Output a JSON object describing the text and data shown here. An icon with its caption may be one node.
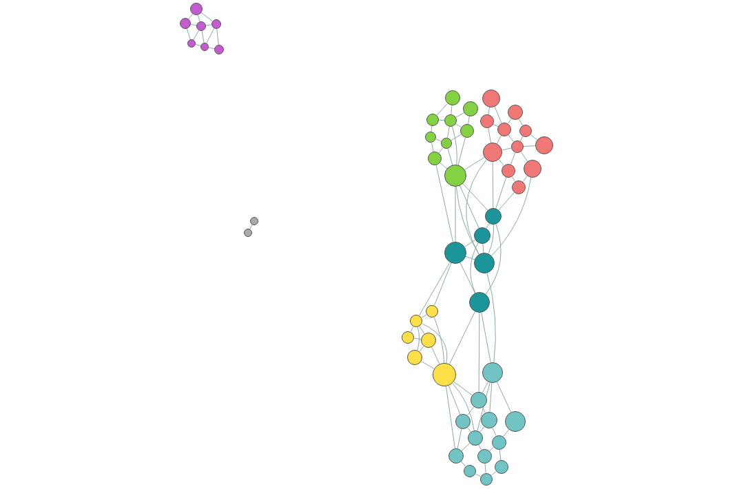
{
  "diagram": {
    "nodes": [
      {
        "text": [],
        "shape": "circle"
      },
      {
        "text": [],
        "shape": "circle"
      },
      {
        "text": [],
        "shape": "circle"
      },
      {
        "text": [],
        "shape": "circle"
      },
      {
        "text": [],
        "shape": "circle"
      },
      {
        "text": [],
        "shape": "circle"
      },
      {
        "text": [],
        "shape": "circle"
      },
      {
        "text": [],
        "shape": "circle"
      },
      {
        "text": [],
        "shape": "circle"
      },
      {
        "text": [],
        "shape": "circle"
      },
      {
        "text": [],
        "shape": "circle"
      },
      {
        "text": [],
        "shape": "circle"
      },
      {
        "text": [],
        "shape": "circle"
      },
      {
        "text": [],
        "shape": "circle"
      },
      {
        "text": [],
        "shape": "circle"
      },
      {
        "text": [],
        "shape": "circle"
      },
      {
        "text": [],
        "shape": "circle"
      },
      {
        "text": [],
        "shape": "circle"
      },
      {
        "text": [],
        "shape": "circle"
      },
      {
        "text": [],
        "shape": "circle"
      },
      {
        "text": [],
        "shape": "circle"
      },
      {
        "text": [],
        "shape": "circle"
      },
      {
        "text": [],
        "shape": "circle"
      },
      {
        "text": [],
        "shape": "circle"
      },
      {
        "text": [],
        "shape": "circle"
      },
      {
        "text": [],
        "shape": "circle"
      },
      {
        "text": [],
        "shape": "circle"
      },
      {
        "text": [],
        "shape": "circle"
      },
      {
        "text": [],
        "shape": "circle"
      },
      {
        "text": [],
        "shape": "circle"
      },
      {
        "text": [],
        "shape": "circle"
      },
      {
        "text": [],
        "shape": "circle"
      },
      {
        "text": [],
        "shape": "circle"
      },
      {
        "text": [],
        "shape": "circle"
      },
      {
        "text": [],
        "shape": "circle"
      },
      {
        "text": [],
        "shape": "circle"
      },
      {
        "text": [],
        "shape": "circle"
      },
      {
        "text": [],
        "shape": "circle"
      },
      {
        "text": [],
        "shape": "circle"
      },
      {
        "text": [],
        "shape": "circle"
      },
      {
        "text": [],
        "shape": "circle"
      },
      {
        "text": [],
        "shape": "circle"
      },
      {
        "text": [],
        "shape": "circle"
      },
      {
        "text": [],
        "shape": "circle"
      },
      {
        "text": [],
        "shape": "circle"
      },
      {
        "text": [],
        "shape": "circle"
      },
      {
        "text": [],
        "shape": "circle"
      },
      {
        "text": [],
        "shape": "circle"
      },
      {
        "text": [],
        "shape": "circle"
      },
      {
        "text": [],
        "shape": "circle"
      },
      {
        "text": [],
        "shape": "circle"
      },
      {
        "text": [],
        "shape": "circle"
      }
    ],
    "edges": [
      {
        "from": 0,
        "to": 1,
        "arrow": "none"
      },
      {
        "from": 0,
        "to": 2,
        "arrow": "none"
      },
      {
        "from": 0,
        "to": 3,
        "arrow": "none"
      },
      {
        "from": 1,
        "to": 2,
        "arrow": "none"
      },
      {
        "from": 1,
        "to": 4,
        "arrow": "none"
      },
      {
        "from": 2,
        "to": 3,
        "arrow": "none"
      },
      {
        "from": 2,
        "to": 4,
        "arrow": "none"
      },
      {
        "from": 2,
        "to": 5,
        "arrow": "none"
      },
      {
        "from": 3,
        "to": 5,
        "arrow": "none"
      },
      {
        "from": 3,
        "to": 6,
        "arrow": "none"
      },
      {
        "from": 4,
        "to": 5,
        "arrow": "none"
      },
      {
        "from": 5,
        "to": 6,
        "arrow": "none"
      },
      {
        "from": 7,
        "to": 8,
        "arrow": "none"
      },
      {
        "from": 9,
        "to": 12,
        "arrow": "none"
      },
      {
        "from": 9,
        "to": 11,
        "arrow": "none"
      },
      {
        "from": 10,
        "to": 12,
        "arrow": "none"
      },
      {
        "from": 10,
        "to": 13,
        "arrow": "none"
      },
      {
        "from": 11,
        "to": 12,
        "arrow": "none"
      },
      {
        "from": 11,
        "to": 14,
        "arrow": "none"
      },
      {
        "from": 12,
        "to": 13,
        "arrow": "none"
      },
      {
        "from": 12,
        "to": 15,
        "arrow": "none"
      },
      {
        "from": 13,
        "to": 15,
        "arrow": "none"
      },
      {
        "from": 14,
        "to": 15,
        "arrow": "none"
      },
      {
        "from": 14,
        "to": 16,
        "arrow": "none"
      },
      {
        "from": 15,
        "to": 16,
        "arrow": "none"
      },
      {
        "from": 12,
        "to": 17,
        "arrow": "none"
      },
      {
        "from": 16,
        "to": 17,
        "arrow": "none"
      },
      {
        "from": 15,
        "to": 17,
        "arrow": "none"
      },
      {
        "from": 13,
        "to": 17,
        "arrow": "none"
      },
      {
        "from": 18,
        "to": 20,
        "arrow": "none"
      },
      {
        "from": 18,
        "to": 22,
        "arrow": "none"
      },
      {
        "from": 19,
        "to": 22,
        "arrow": "none"
      },
      {
        "from": 19,
        "to": 21,
        "arrow": "none"
      },
      {
        "from": 20,
        "to": 22,
        "arrow": "none"
      },
      {
        "from": 20,
        "to": 24,
        "arrow": "none"
      },
      {
        "from": 21,
        "to": 25,
        "arrow": "none"
      },
      {
        "from": 22,
        "to": 25,
        "arrow": "none"
      },
      {
        "from": 23,
        "to": 25,
        "arrow": "none"
      },
      {
        "from": 23,
        "to": 21,
        "arrow": "none"
      },
      {
        "from": 24,
        "to": 25,
        "arrow": "none"
      },
      {
        "from": 24,
        "to": 27,
        "arrow": "none"
      },
      {
        "from": 25,
        "to": 27,
        "arrow": "none"
      },
      {
        "from": 25,
        "to": 26,
        "arrow": "none"
      },
      {
        "from": 26,
        "to": 28,
        "arrow": "none"
      },
      {
        "from": 27,
        "to": 28,
        "arrow": "none"
      },
      {
        "from": 22,
        "to": 24,
        "arrow": "none"
      },
      {
        "from": 17,
        "to": 24,
        "arrow": "none"
      },
      {
        "from": 17,
        "to": 29,
        "arrow": "none"
      },
      {
        "from": 16,
        "to": 31,
        "arrow": "none"
      },
      {
        "from": 17,
        "to": 31,
        "arrow": "none"
      },
      {
        "from": 17,
        "to": 30,
        "arrow": "none"
      },
      {
        "from": 17,
        "to": 32,
        "arrow": "none"
      },
      {
        "from": 28,
        "to": 29,
        "arrow": "none"
      },
      {
        "from": 27,
        "to": 29,
        "arrow": "none"
      },
      {
        "from": 26,
        "to": 32,
        "arrow": "none"
      },
      {
        "from": 24,
        "to": 29,
        "arrow": "none"
      },
      {
        "from": 24,
        "to": 32,
        "arrow": "none"
      },
      {
        "from": 29,
        "to": 30,
        "arrow": "none"
      },
      {
        "from": 30,
        "to": 31,
        "arrow": "none"
      },
      {
        "from": 31,
        "to": 32,
        "arrow": "none"
      },
      {
        "from": 31,
        "to": 33,
        "arrow": "none"
      },
      {
        "from": 30,
        "to": 32,
        "arrow": "none"
      },
      {
        "from": 29,
        "to": 32,
        "arrow": "none"
      },
      {
        "from": 30,
        "to": 33,
        "arrow": "none"
      },
      {
        "from": 29,
        "to": 33,
        "arrow": "none"
      },
      {
        "from": 31,
        "to": 34,
        "arrow": "none"
      },
      {
        "from": 31,
        "to": 35,
        "arrow": "none"
      },
      {
        "from": 34,
        "to": 35,
        "arrow": "none"
      },
      {
        "from": 35,
        "to": 36,
        "arrow": "none"
      },
      {
        "from": 35,
        "to": 37,
        "arrow": "none"
      },
      {
        "from": 35,
        "to": 38,
        "arrow": "none"
      },
      {
        "from": 36,
        "to": 37,
        "arrow": "none"
      },
      {
        "from": 37,
        "to": 38,
        "arrow": "none"
      },
      {
        "from": 35,
        "to": 39,
        "arrow": "none"
      },
      {
        "from": 37,
        "to": 39,
        "arrow": "none"
      },
      {
        "from": 38,
        "to": 39,
        "arrow": "none"
      },
      {
        "from": 34,
        "to": 39,
        "arrow": "none"
      },
      {
        "from": 33,
        "to": 39,
        "arrow": "none"
      },
      {
        "from": 33,
        "to": 41,
        "arrow": "none"
      },
      {
        "from": 32,
        "to": 40,
        "arrow": "none"
      },
      {
        "from": 33,
        "to": 40,
        "arrow": "none"
      },
      {
        "from": 40,
        "to": 41,
        "arrow": "none"
      },
      {
        "from": 40,
        "to": 43,
        "arrow": "none"
      },
      {
        "from": 40,
        "to": 44,
        "arrow": "none"
      },
      {
        "from": 40,
        "to": 45,
        "arrow": "none"
      },
      {
        "from": 39,
        "to": 41,
        "arrow": "none"
      },
      {
        "from": 39,
        "to": 42,
        "arrow": "none"
      },
      {
        "from": 39,
        "to": 47,
        "arrow": "none"
      },
      {
        "from": 39,
        "to": 45,
        "arrow": "none"
      },
      {
        "from": 41,
        "to": 42,
        "arrow": "none"
      },
      {
        "from": 41,
        "to": 43,
        "arrow": "none"
      },
      {
        "from": 42,
        "to": 45,
        "arrow": "none"
      },
      {
        "from": 43,
        "to": 46,
        "arrow": "none"
      },
      {
        "from": 44,
        "to": 46,
        "arrow": "none"
      },
      {
        "from": 45,
        "to": 48,
        "arrow": "none"
      },
      {
        "from": 46,
        "to": 48,
        "arrow": "none"
      },
      {
        "from": 47,
        "to": 49,
        "arrow": "none"
      },
      {
        "from": 48,
        "to": 51,
        "arrow": "none"
      },
      {
        "from": 50,
        "to": 51,
        "arrow": "none"
      },
      {
        "from": 46,
        "to": 50,
        "arrow": "none"
      },
      {
        "from": 47,
        "to": 45,
        "arrow": "none"
      },
      {
        "from": 49,
        "to": 51,
        "arrow": "none"
      },
      {
        "from": 43,
        "to": 45,
        "arrow": "none"
      },
      {
        "from": 42,
        "to": 47,
        "arrow": "none"
      }
    ]
  }
}
